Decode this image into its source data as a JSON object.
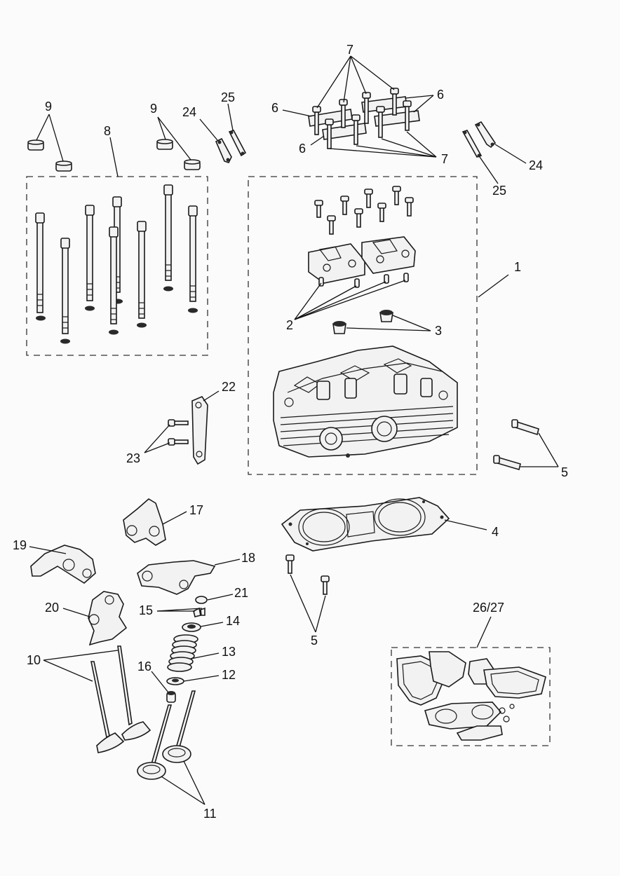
{
  "labels": {
    "l1": "1",
    "l2": "2",
    "l3": "3",
    "l4": "4",
    "l5": "5",
    "l6": "6",
    "l7": "7",
    "l8": "8",
    "l9": "9",
    "l10": "10",
    "l11": "11",
    "l12": "12",
    "l13": "13",
    "l14": "14",
    "l15": "15",
    "l16": "16",
    "l17": "17",
    "l18": "18",
    "l19": "19",
    "l20": "20",
    "l21": "21",
    "l22": "22",
    "l23": "23",
    "l24": "24",
    "l25": "25",
    "l2627": "26/27"
  }
}
